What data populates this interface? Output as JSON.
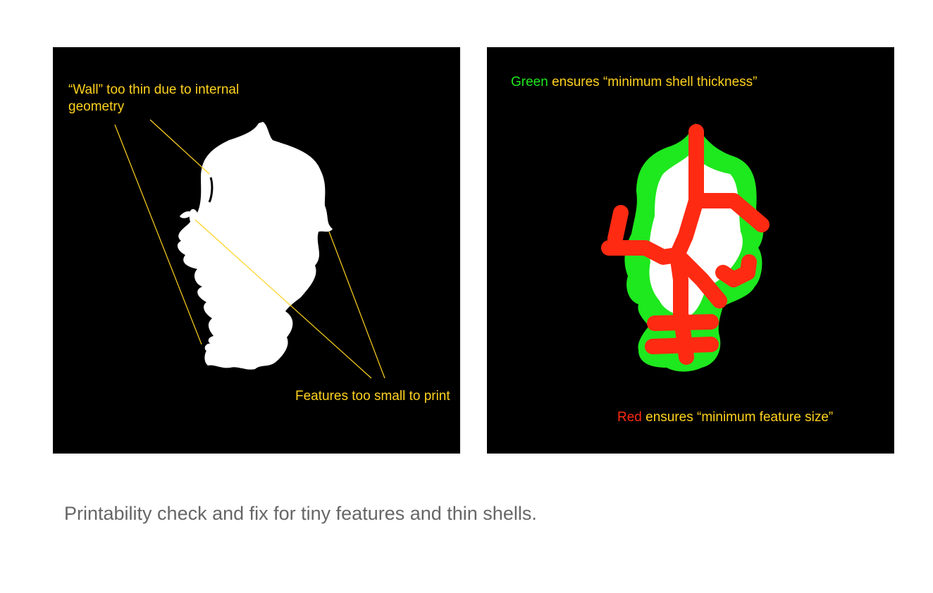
{
  "left_panel": {
    "annotation_wall": "“Wall” too thin due to internal geometry",
    "annotation_features": "Features too small to print"
  },
  "right_panel": {
    "green_word": "Green",
    "green_rest": " ensures “minimum shell thickness”",
    "red_word": "Red",
    "red_rest": " ensures “minimum feature size”"
  },
  "caption": "Printability check and fix for tiny features and thin shells.",
  "colors": {
    "annotation_text": "#ffd21f",
    "shell_green": "#1ee81e",
    "feature_red": "#ff2a12",
    "panel_background": "#000000",
    "shape_fill": "#ffffff",
    "caption_text": "#666666"
  }
}
